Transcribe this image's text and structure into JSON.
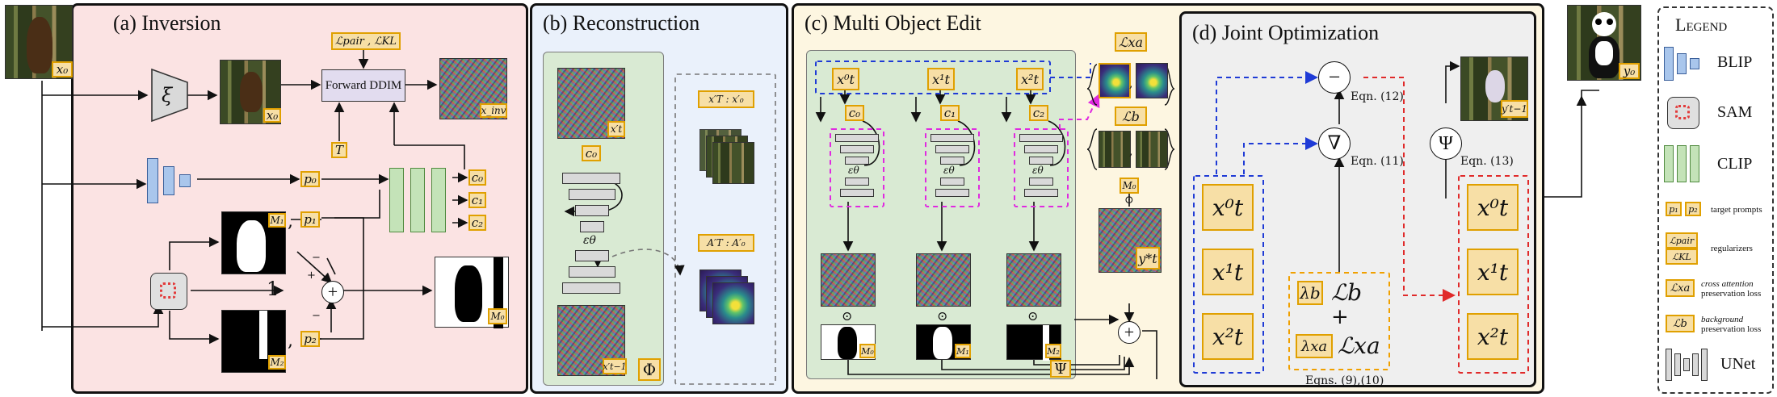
{
  "panels": {
    "a": {
      "title": "(a) Inversion"
    },
    "b": {
      "title": "(b) Reconstruction"
    },
    "c": {
      "title": "(c) Multi Object Edit"
    },
    "d": {
      "title": "(d) Joint Optimization"
    }
  },
  "inversion": {
    "input_label": "x₀",
    "xi_symbol": "ξ",
    "x0_label": "x₀",
    "losses_label": "ℒpair , ℒKL",
    "forward_ddim": "Forward DDIM",
    "xinv_label": "x_inv",
    "t_label": "T",
    "p0": "p₀",
    "p1": "p₁",
    "p2": "p₂",
    "c0": "c₀",
    "c1": "c₁",
    "c2": "c₂",
    "m0": "M₀",
    "m1": "M₁",
    "m2": "M₂",
    "one": "1",
    "plus": "+",
    "minus": "−",
    "oplus": "⊕"
  },
  "reconstruction": {
    "xt_label": "x′t",
    "xt1_label": "x′t−1",
    "c0": "c₀",
    "eps": "εθ",
    "seq_label": "x′T : x′₀",
    "attn_label": "A′T : A′₀",
    "phi": "Φ"
  },
  "multi_edit": {
    "x0": "x⁰t",
    "x1": "x¹t",
    "x2": "x²t",
    "c0": "c₀",
    "c1": "c₁",
    "c2": "c₂",
    "eps": "εθ",
    "m0": "M₀",
    "m1": "M₁",
    "m2": "M₂",
    "psi": "Ψ",
    "lxa": "ℒxa",
    "lb": "ℒb",
    "mb": "M₀",
    "yt": "y*t",
    "odot": "⊙"
  },
  "joint": {
    "minus_op": "−",
    "grad_op": "∇",
    "psi_op": "Ψ",
    "eq12": "Eqn. (12)",
    "eq11": "Eqn. (11)",
    "eq13": "Eqn. (13)",
    "eq910": "Eqns. (9),(10)",
    "yt1": "y′t−1",
    "xs": [
      "x⁰t",
      "x¹t",
      "x²t"
    ],
    "lambda_b": "λb",
    "lb": "ℒb",
    "plus": "+",
    "lambda_xa": "λxa",
    "lxa": "ℒxa"
  },
  "output": {
    "label": "y₀"
  },
  "legend": {
    "title": "Legend",
    "blip": "BLIP",
    "sam": "SAM",
    "clip": "CLIP",
    "p1": "p₁",
    "p2": "p₂",
    "target_prompts": "target prompts",
    "lpair": "ℒpair",
    "lkl": "ℒKL",
    "regularizers": "regularizers",
    "lxa": "ℒxa",
    "cross_attn": "cross attention",
    "preservation_loss": "preservation loss",
    "lb": "ℒb",
    "background": "background",
    "preservation_loss2": "preservation loss",
    "unet": "UNet"
  },
  "colors": {
    "panel_a_bg": "#fbe3e3",
    "panel_b_bg": "#eaf1fb",
    "panel_c_bg": "#fdf6e1",
    "panel_d_bg": "#efefef",
    "tag_fill": "#f7dfa6",
    "tag_border": "#e0a000",
    "blip_blue": "#a9c6ec",
    "clip_green": "#c4e3b8",
    "sam_red": "#e23b3b",
    "inner_green": "#d9ead3",
    "blue_dash": "#1f3bd6",
    "red_dash": "#e02a2a",
    "magenta_dash": "#e02ae0",
    "orange_dash": "#f0a000"
  }
}
